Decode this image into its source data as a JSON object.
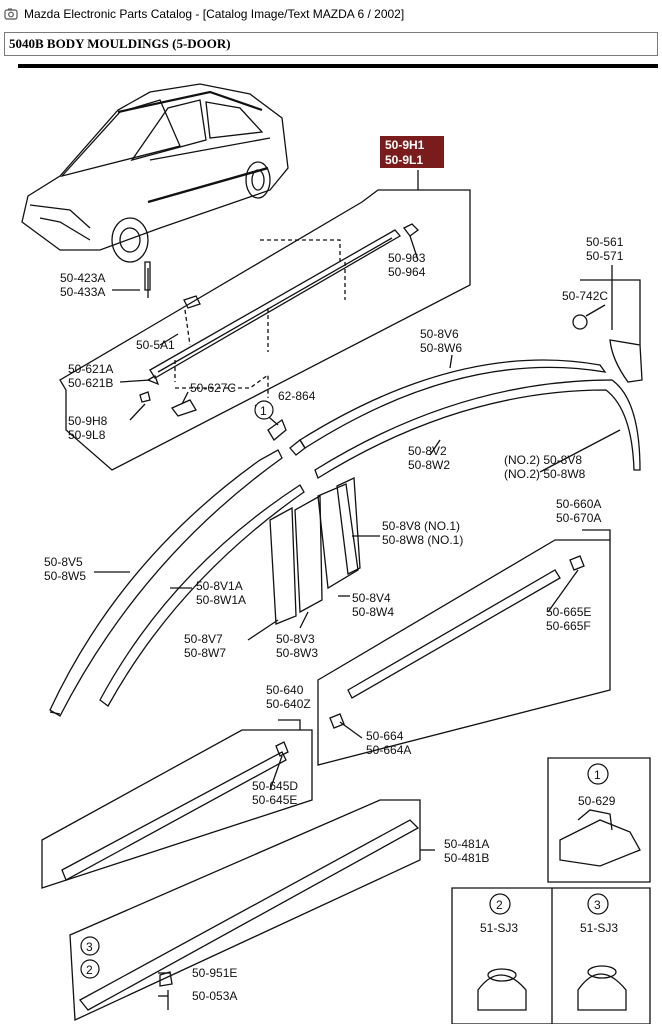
{
  "window": {
    "title": "Mazda Electronic Parts Catalog - [Catalog Image/Text MAZDA 6 / 2002]",
    "icon": "catalog-app-icon"
  },
  "section": {
    "title": "5040B  BODY MOULDINGS (5-DOOR)"
  },
  "highlight": {
    "line1": "50-9H1",
    "line2": "50-9L1",
    "color": "#7a1c1c"
  },
  "labels": {
    "p963": "50-963",
    "p964": "50-964",
    "p423a": "50-423A",
    "p433a": "50-433A",
    "p5a1": "50-5A1",
    "p621a": "50-621A",
    "p621b": "50-621B",
    "p627c": "50-627C",
    "p9h8": "50-9H8",
    "p9l8": "50-9L8",
    "p62864": "62-864",
    "p561": "50-561",
    "p571": "50-571",
    "p742c": "50-742C",
    "p8v6": "50-8V6",
    "p8w6": "50-8W6",
    "p8v2": "50-8V2",
    "p8w2": "50-8W2",
    "p8v8no2": "(NO.2) 50-8V8",
    "p8w8no2": "(NO.2) 50-8W8",
    "p8v8no1": "50-8V8  (NO.1)",
    "p8w8no1": "50-8W8  (NO.1)",
    "p8v5": "50-8V5",
    "p8w5": "50-8W5",
    "p8v1a": "50-8V1A",
    "p8w1a": "50-8W1A",
    "p8v4": "50-8V4",
    "p8w4": "50-8W4",
    "p8v7": "50-8V7",
    "p8w7": "50-8W7",
    "p8v3": "50-8V3",
    "p8w3": "50-8W3",
    "p660a": "50-660A",
    "p670a": "50-670A",
    "p665e": "50-665E",
    "p665f": "50-665F",
    "p664": "50-664",
    "p664a": "50-664A",
    "p640": "50-640",
    "p640z": "50-640Z",
    "p645d": "50-645D",
    "p645e": "50-645E",
    "p481a": "50-481A",
    "p481b": "50-481B",
    "p951e": "50-951E",
    "p053a": "50-053A",
    "p629": "50-629",
    "psj3a": "51-SJ3",
    "psj3b": "51-SJ3"
  },
  "callouts": {
    "c1": "1",
    "c1b": "1",
    "c2": "2",
    "c2b": "2",
    "c3": "3",
    "c3b": "3"
  }
}
